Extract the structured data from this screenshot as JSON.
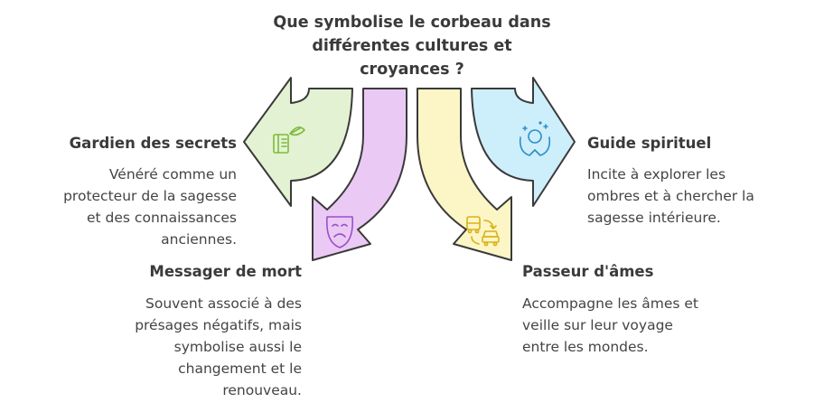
{
  "title": [
    "Que symbolise le corbeau dans",
    "différentes cultures et",
    "croyances ?"
  ],
  "items": [
    {
      "heading": "Gardien des secrets",
      "desc": [
        "Vénéré comme un",
        "protecteur de la sagesse",
        "et des connaissances",
        "anciennes."
      ],
      "color": "#e3f2d2",
      "icon": "book-leaf-icon"
    },
    {
      "heading": "Messager de mort",
      "desc": [
        "Souvent associé à des",
        "présages négatifs, mais",
        "symbolise aussi le",
        "changement et le",
        "renouveau."
      ],
      "color": "#ebc9f5",
      "icon": "sad-mask-icon"
    },
    {
      "heading": "Passeur d'âmes",
      "desc": [
        "Accompagne les âmes et",
        "veille sur leur voyage",
        "entre les mondes."
      ],
      "color": "#fcf5c6",
      "icon": "vehicles-exchange-icon"
    },
    {
      "heading": "Guide spirituel",
      "desc": [
        "Incite à explorer les",
        "ombres et à chercher la",
        "sagesse intérieure."
      ],
      "color": "#cdeefb",
      "icon": "hands-crystal-ball-icon"
    }
  ],
  "colors": {
    "stroke": "#3a3a3a",
    "text": "#3a3a3a"
  }
}
